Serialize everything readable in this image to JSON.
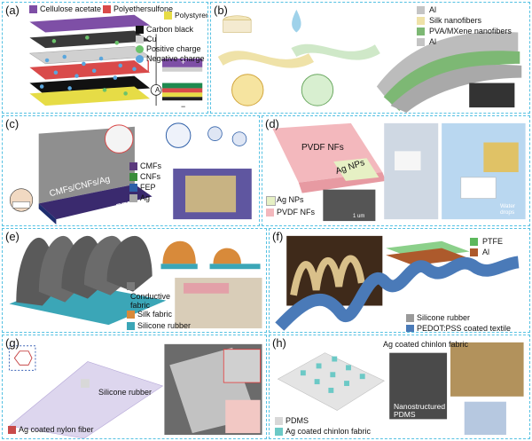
{
  "panels": {
    "a": {
      "label": "(a)",
      "legend_top": [
        "Cellulose acetate",
        "Polyethersulfone",
        "Polystyrene"
      ],
      "legend_side": [
        "Carbon black",
        "Cu",
        "Positive charge",
        "Negative charge"
      ],
      "meter": "A",
      "signs": {
        "plus": "+",
        "minus": "−"
      },
      "colors": {
        "cellulose_acetate": "#7e4fa6",
        "polyethersulfone": "#d94a4a",
        "polystyrene": "#e6dc46",
        "carbon_black": "#111111",
        "cu": "#d0d0d0",
        "positive": "#6bc36b",
        "negative": "#5aa6dd"
      }
    },
    "b": {
      "label": "(b)",
      "legend": [
        "Al",
        "Silk nanofibers",
        "PVA/MXene nanofibers",
        "Al"
      ]
    },
    "c": {
      "label": "(c)",
      "legend": [
        "CMFs",
        "CNFs",
        "FEP",
        "Ag"
      ],
      "surface_text": "CMFs/CNFs/Ag",
      "base_text": "FEP",
      "colors": {
        "cmfs": "#5b3a7e",
        "cnfs": "#3a8d3a",
        "fep": "#2e5fa8",
        "ag": "#a8a8a8"
      }
    },
    "d": {
      "label": "(d)",
      "layers": [
        "PVDF NFs",
        "Ag NPs"
      ],
      "legend": [
        "Ag NPs",
        "PVDF NFs"
      ],
      "scale": "1 um",
      "annotation": "Water drops"
    },
    "e": {
      "label": "(e)",
      "legend": [
        "Conductive fabric",
        "Silk fabric",
        "Silicone rubber"
      ]
    },
    "f": {
      "label": "(f)",
      "legend_top": [
        "PTFE",
        "Al"
      ],
      "legend_bottom": [
        "Silicone rubber",
        "PEDOT:PSS coated textile"
      ]
    },
    "g": {
      "label": "(g)",
      "legend": [
        "Silicone rubber",
        "Ag coated nylon fiber"
      ]
    },
    "h": {
      "label": "(h)",
      "legend": [
        "PDMS",
        "Ag coated chinlon fabric"
      ],
      "top_label": "Ag coated chinlon fabric",
      "sem_label": "Nanostructured PDMS"
    }
  }
}
